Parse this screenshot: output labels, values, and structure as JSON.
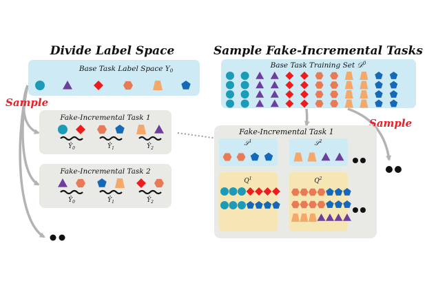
{
  "titles": {
    "divide": "Divide Label Space",
    "sample_tasks": "Sample Fake-Incremental Tasks"
  },
  "left": {
    "base_label_space": "Base Task Label Space",
    "base_label_symbol": "Y",
    "base_label_sub": "0",
    "task1_title": "Fake-Incremental Task 1",
    "task2_title": "Fake-Incremental Task 2",
    "hat_labels": [
      {
        "symbol": "Ŷ",
        "sub": "0"
      },
      {
        "symbol": "Ŷ",
        "sub": "1"
      },
      {
        "symbol": "Ŷ",
        "sub": "2"
      }
    ],
    "sample_label": "Sample"
  },
  "right": {
    "base_training_set": "Base Task Training Set",
    "base_training_symbol": "𝒟",
    "base_training_sup": "0",
    "task_title": "Fake-Incremental Task 1",
    "support_labels": [
      {
        "symbol": "𝒮",
        "sup": "1"
      },
      {
        "symbol": "𝒮",
        "sup": "2"
      }
    ],
    "query_labels": [
      {
        "symbol": "Q",
        "sup": "1"
      },
      {
        "symbol": "Q",
        "sup": "2"
      }
    ],
    "sample_label": "Sample"
  },
  "colors": {
    "blue_panel": "#cdeaf5",
    "gray_panel": "#e9e9e6",
    "yellow_panel": "#f6e6b4",
    "arrow": "#b3b3b3",
    "sample_red": "#e8202a",
    "circle": "#1c9bb9",
    "triangle": "#6c3e9e",
    "diamond": "#ee1c1c",
    "hexagon": "#e87a55",
    "trapezoid": "#f4a96b",
    "pentagon": "#1668b8"
  },
  "icons": [
    "circle-icon",
    "triangle-icon",
    "diamond-icon",
    "hexagon-icon",
    "trapezoid-icon",
    "pentagon-icon",
    "ellipsis-dots-icon",
    "brace-icon"
  ]
}
